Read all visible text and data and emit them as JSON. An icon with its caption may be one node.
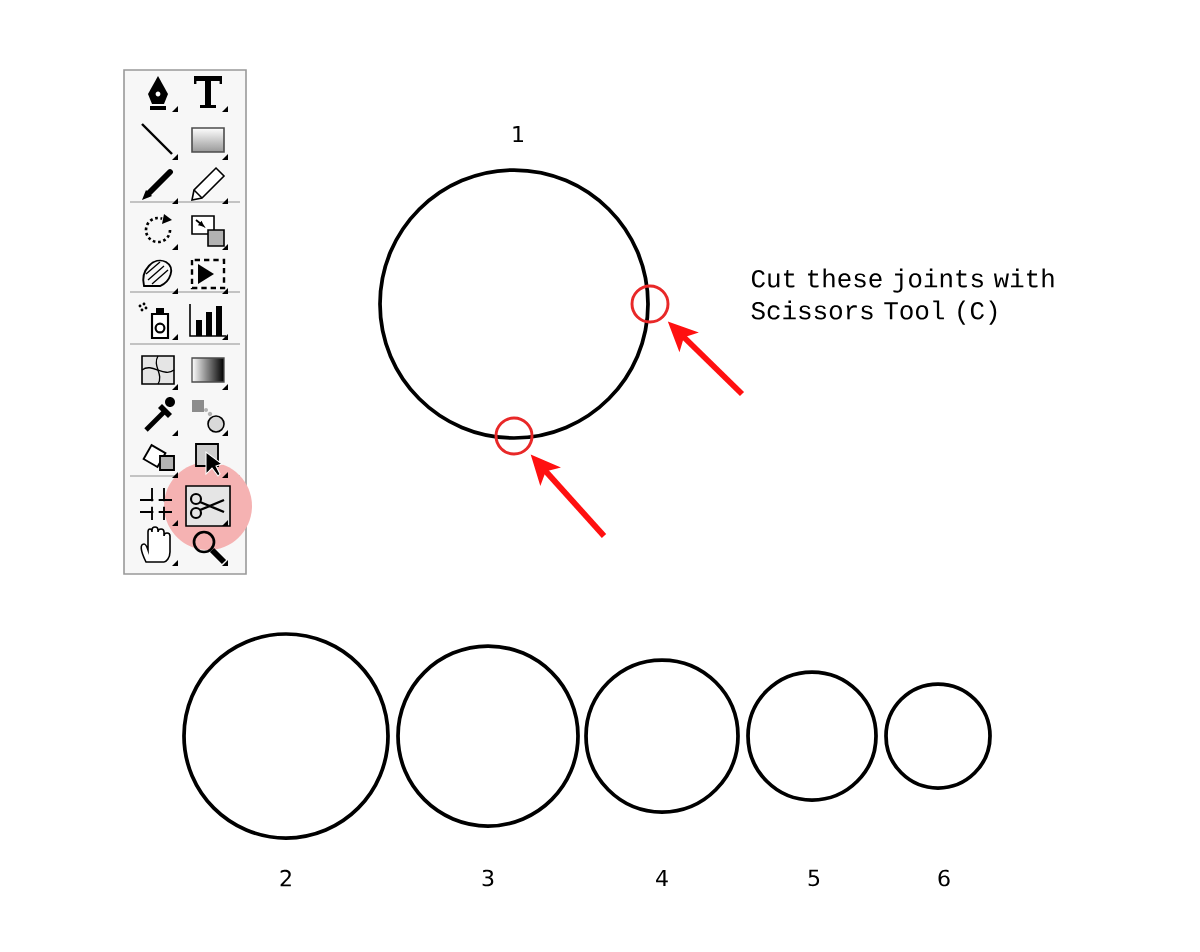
{
  "diagram": {
    "nodes": [
      {
        "text": [
          "1"
        ]
      },
      {
        "text": [],
        "shape": "circle"
      },
      {
        "text": [],
        "shape": "circle"
      },
      {
        "text": [
          "2"
        ]
      },
      {
        "text": [
          "3"
        ]
      },
      {
        "text": [
          "4"
        ]
      },
      {
        "text": [
          "5"
        ]
      },
      {
        "text": [
          "6"
        ]
      }
    ],
    "edges": [
      {
        "from": null,
        "to": 1,
        "arrow": "to"
      },
      {
        "from": null,
        "to": 2,
        "arrow": "to"
      }
    ],
    "labels": [
      "Cut these joints with Scissors Tool (C)"
    ]
  }
}
